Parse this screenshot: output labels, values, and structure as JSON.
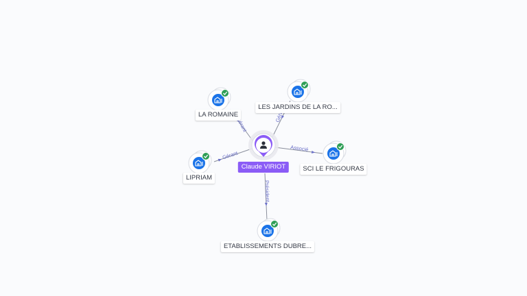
{
  "center": {
    "name": "Claude VIRIOT",
    "icon": "person-icon",
    "color": "#8b5cf6"
  },
  "companies": [
    {
      "id": "la-romaine",
      "name": "LA ROMAINE",
      "icon": "building-icon",
      "verified": true
    },
    {
      "id": "les-jardins",
      "name": "LES JARDINS DE LA RO...",
      "icon": "building-icon",
      "verified": true
    },
    {
      "id": "lipriam",
      "name": "LIPRIAM",
      "icon": "building-icon",
      "verified": true
    },
    {
      "id": "sci-le-frigouras",
      "name": "SCI LE FRIGOURAS",
      "icon": "building-icon",
      "verified": true
    },
    {
      "id": "etablissements-dubre",
      "name": "ETABLISSEMENTS DUBRE...",
      "icon": "building-icon",
      "verified": true
    }
  ],
  "edges": [
    {
      "to": "la-romaine",
      "label": "Gérant"
    },
    {
      "to": "les-jardins",
      "label": "Gérant"
    },
    {
      "to": "lipriam",
      "label": "Gérant"
    },
    {
      "to": "sci-le-frigouras",
      "label": "Associé"
    },
    {
      "to": "etablissements-dubre",
      "label": "Président"
    }
  ],
  "colors": {
    "company": "#1a73e8",
    "verified": "#2e9e56",
    "edge": "#8a8f9c",
    "edge_label": "#6a6fc8"
  }
}
